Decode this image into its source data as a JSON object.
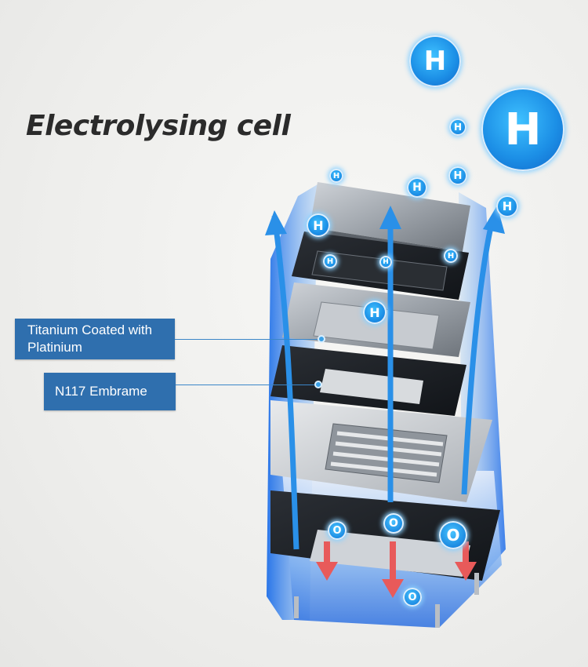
{
  "title": "Electrolysing cell",
  "labels": {
    "titanium": "Titanium Coated with Platinium",
    "membrane": "N117  Embrame"
  },
  "ions": {
    "hydrogen_symbol": "H",
    "oxygen_symbol": "O"
  },
  "colors": {
    "label_bg": "#2f6fae",
    "ion_blue": "#1c8fe6",
    "glow_blue": "#2f7ff0",
    "arrow_blue": "#2a90e8",
    "arrow_red": "#e85a5a"
  }
}
